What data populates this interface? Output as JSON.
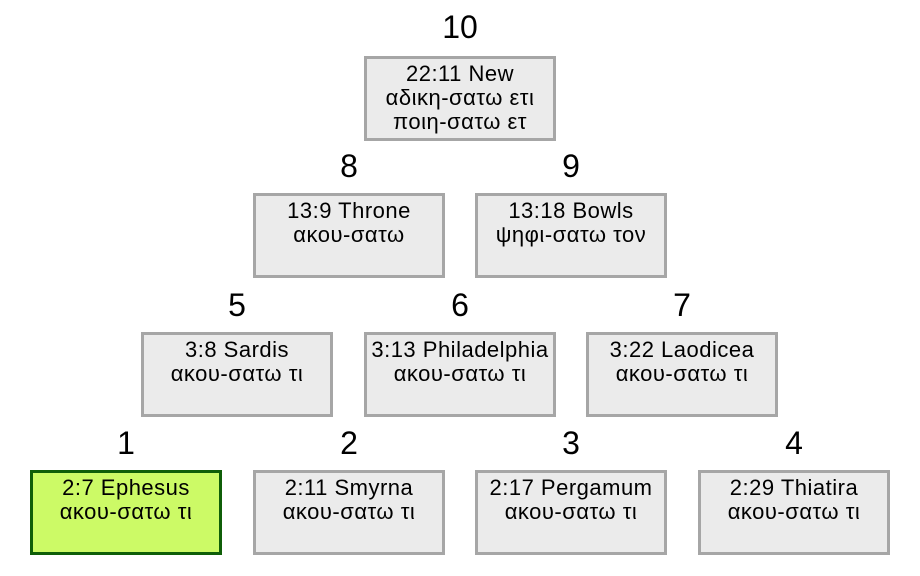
{
  "diagram": {
    "title_hint": "pyramid of Revelation hear-verses",
    "colors": {
      "background": "#ffffff",
      "text": "#000000",
      "node_fill": "#ebebeb",
      "node_border": "#a6a6a6",
      "highlight_fill": "#ccfa66",
      "highlight_border": "#0f5e08"
    },
    "nodes": [
      {
        "label": "1",
        "highlighted": true,
        "lines": [
          "2:7 Ephesus",
          "ακου-σατω τι"
        ]
      },
      {
        "label": "2",
        "highlighted": false,
        "lines": [
          "2:11 Smyrna",
          "ακου-σατω τι"
        ]
      },
      {
        "label": "3",
        "highlighted": false,
        "lines": [
          "2:17 Pergamum",
          "ακου-σατω τι"
        ]
      },
      {
        "label": "4",
        "highlighted": false,
        "lines": [
          "2:29 Thiatira",
          "ακου-σατω τι"
        ]
      },
      {
        "label": "5",
        "highlighted": false,
        "lines": [
          "3:8 Sardis",
          "ακου-σατω τι"
        ]
      },
      {
        "label": "6",
        "highlighted": false,
        "lines": [
          "3:13 Philadelphia",
          "ακου-σατω τι"
        ]
      },
      {
        "label": "7",
        "highlighted": false,
        "lines": [
          "3:22 Laodicea",
          "ακου-σατω τι"
        ]
      },
      {
        "label": "8",
        "highlighted": false,
        "lines": [
          "13:9 Throne",
          "ακου-σατω"
        ]
      },
      {
        "label": "9",
        "highlighted": false,
        "lines": [
          "13:18 Bowls",
          "ψηφι-σατω τον"
        ]
      },
      {
        "label": "10",
        "highlighted": false,
        "lines": [
          "22:11 New",
          "αδικη-σατω ετι",
          "ποιη-σατω ετ"
        ]
      }
    ]
  }
}
